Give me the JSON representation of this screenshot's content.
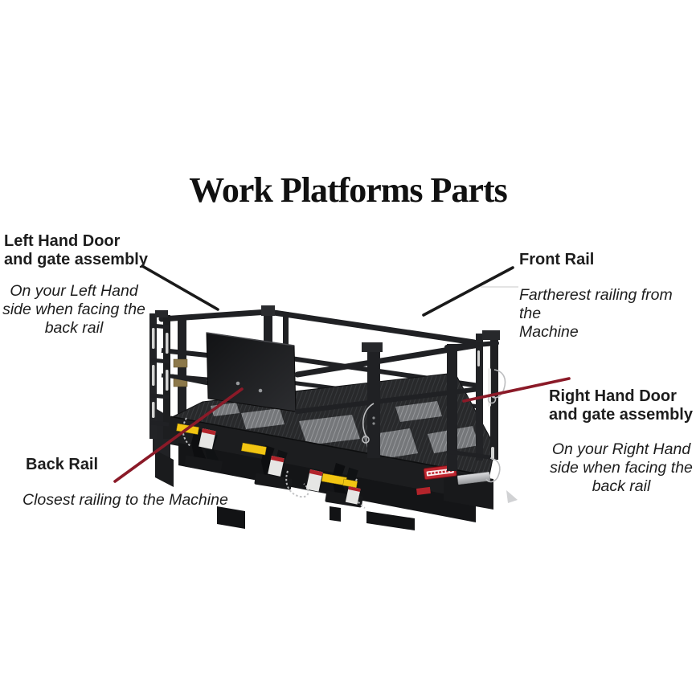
{
  "title": "Work Platforms Parts",
  "annotations": {
    "left_door": {
      "title": [
        "Left Hand Door",
        "and gate assembly"
      ],
      "desc": [
        "On your Left Hand",
        "side when facing the",
        "back rail"
      ]
    },
    "front_rail": {
      "title": "Front Rail",
      "desc": [
        "Fartherest railing from the",
        "Machine"
      ]
    },
    "right_door": {
      "title": [
        "Right Hand Door",
        "and gate assembly"
      ],
      "desc": [
        "On your Right Hand",
        "side when facing the",
        "back rail"
      ]
    },
    "back_rail": {
      "title": "Back Rail",
      "desc": [
        "Closest railing to the Machine"
      ]
    }
  },
  "colors": {
    "background": "#ffffff",
    "text": "#1d1d1d",
    "annotation_black": "#1a1a1a",
    "annotation_red": "#8b1a28",
    "steel_dark": "#202124",
    "label_yellow": "#f2c512",
    "brand_red": "#bf2730"
  }
}
